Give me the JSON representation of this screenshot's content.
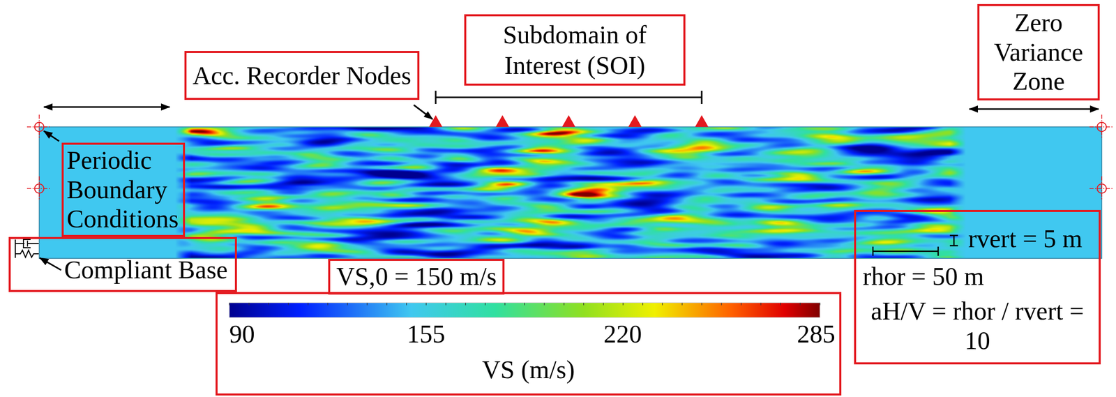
{
  "diagram": {
    "nodes": [
      {
        "text": [
          "Acc. Recorder Nodes"
        ]
      },
      {
        "text": [
          "Subdomain of Interest (SOI)"
        ]
      },
      {
        "text": [
          "Zero Variance Zone"
        ]
      },
      {
        "text": [
          "Periodic Boundary Conditions"
        ]
      },
      {
        "text": [
          "Compliant Base"
        ]
      },
      {
        "text": [
          "VS,0 = 150 m/s"
        ]
      },
      {
        "text": [
          "90",
          "155",
          "220",
          "285",
          "VS (m/s)"
        ]
      },
      {
        "text": [
          "rvert = 5 m",
          "rhor = 50 m",
          "aH/V = rhor / rvert = 10"
        ]
      }
    ]
  }
}
